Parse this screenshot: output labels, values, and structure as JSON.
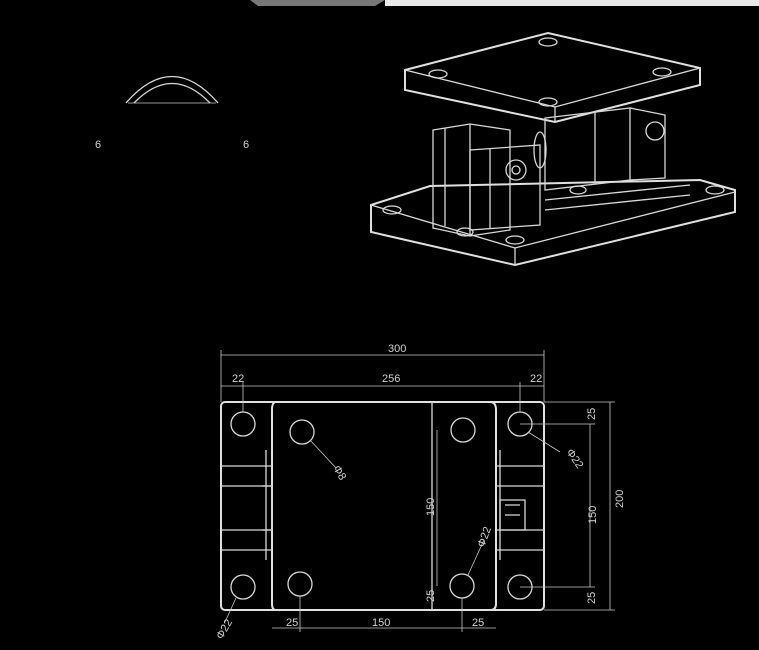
{
  "top_view_labels": {
    "left_mark": "6",
    "right_mark": "6"
  },
  "dimensions": {
    "overall_width": "300",
    "hole_span": "256",
    "left_edge": "22",
    "right_edge": "22",
    "overall_height": "200",
    "inner_height": "150",
    "top_offset": "25",
    "bottom_offset": "25",
    "bottom_span": "150",
    "bottom_left": "25",
    "bottom_right": "25",
    "mid_span": "150",
    "mid_offset": "25",
    "hole_diameter_a": "Φ8",
    "hole_diameter_b": "Φ22",
    "hole_diameter_c": "Φ22",
    "hole_diameter_d": "Φ22"
  }
}
